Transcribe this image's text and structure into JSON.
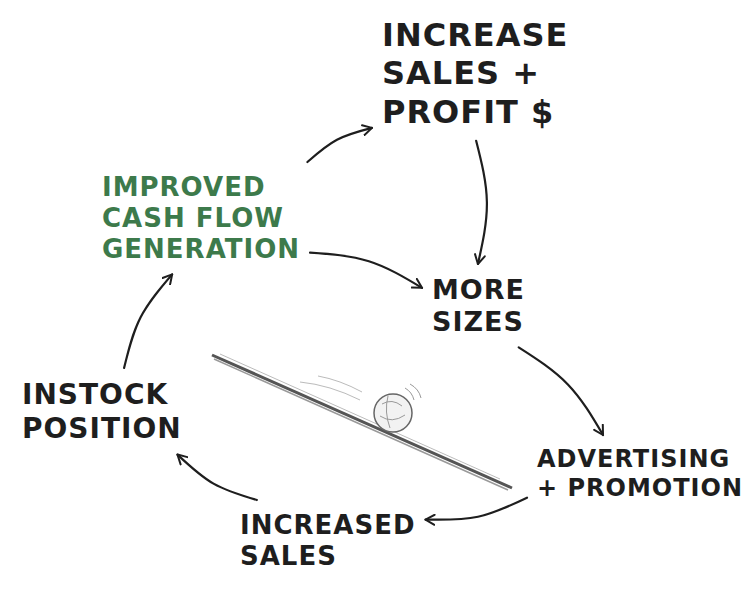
{
  "diagram": {
    "nodes": [
      {
        "text": [
          "INCREASE SALES + PROFIT $"
        ]
      },
      {
        "text": [
          "MORE SIZES"
        ]
      },
      {
        "text": [
          "ADVERTISING + PROMOTION"
        ]
      },
      {
        "text": [
          "INCREASED SALES"
        ]
      },
      {
        "text": [
          "INSTOCK POSITION"
        ]
      },
      {
        "text": [
          "IMPROVED CASH FLOW GENERATION"
        ]
      }
    ],
    "edges": [
      {
        "from": 5,
        "to": 0,
        "arrow": "to"
      },
      {
        "from": 0,
        "to": 1,
        "arrow": "to"
      },
      {
        "from": 5,
        "to": 1,
        "arrow": "to"
      },
      {
        "from": 1,
        "to": 2,
        "arrow": "to"
      },
      {
        "from": 2,
        "to": 3,
        "arrow": "to"
      },
      {
        "from": 3,
        "to": 4,
        "arrow": "to"
      },
      {
        "from": 4,
        "to": 5,
        "arrow": "to"
      }
    ]
  }
}
